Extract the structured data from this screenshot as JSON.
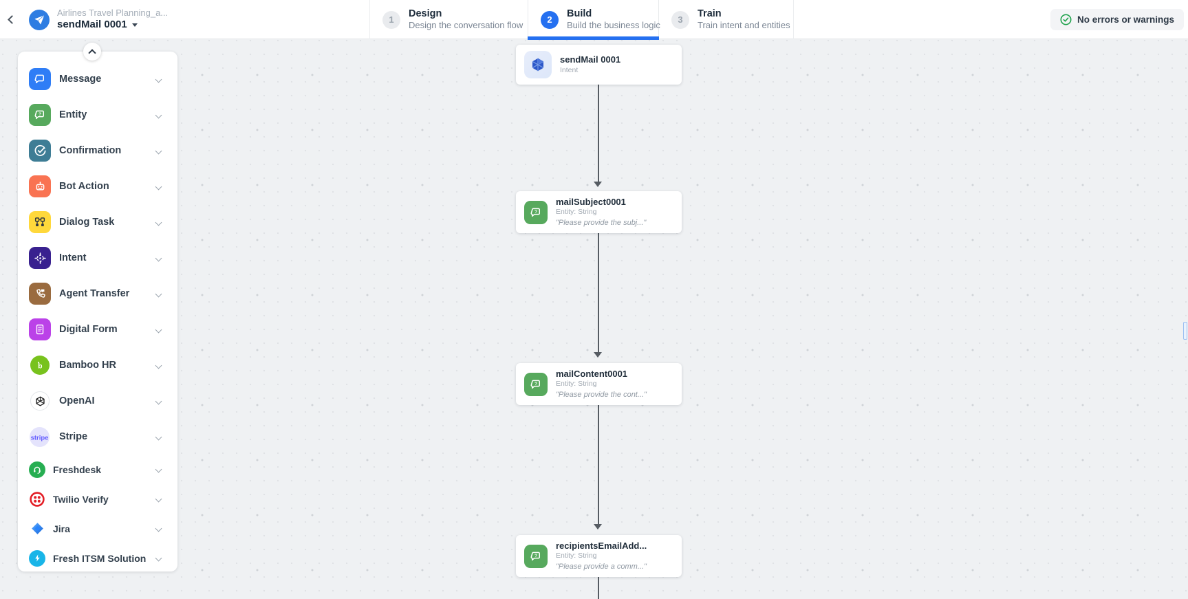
{
  "header": {
    "breadcrumb": "Airlines Travel Planning_a...",
    "bot_name": "sendMail 0001",
    "steps": [
      {
        "number": "1",
        "title": "Design",
        "subtitle": "Design the conversation flow",
        "state": "inactive"
      },
      {
        "number": "2",
        "title": "Build",
        "subtitle": "Build the business logic",
        "state": "active"
      },
      {
        "number": "3",
        "title": "Train",
        "subtitle": "Train intent and entities",
        "state": "inactive"
      }
    ],
    "status": {
      "label": "No errors or warnings",
      "color": "#1fa24c"
    },
    "accent_color": "#2570f0",
    "app_icon_color": "#2e7de2"
  },
  "sidebar": {
    "items": [
      {
        "label": "Message",
        "color": "#2f7df6"
      },
      {
        "label": "Entity",
        "color": "#57a95d",
        "glyph": "?"
      },
      {
        "label": "Confirmation",
        "color": "#3e7d95"
      },
      {
        "label": "Bot Action",
        "color": "#f97352"
      },
      {
        "label": "Dialog Task",
        "color": "#ffd83b"
      },
      {
        "label": "Intent",
        "color": "#39218f"
      },
      {
        "label": "Agent Transfer",
        "color": "#9a6b3f"
      },
      {
        "label": "Digital Form",
        "color": "#bb42e8"
      },
      {
        "label": "Bamboo HR",
        "color": "#78c21d",
        "glyph": "b"
      },
      {
        "label": "OpenAI",
        "color": "#ffffff"
      },
      {
        "label": "Stripe",
        "color": "#e4e3fc",
        "glyph": "stripe",
        "glyph_color": "#635bff"
      },
      {
        "label": "Freshdesk",
        "color": "#27ae52"
      },
      {
        "label": "Twilio Verify",
        "color": "#ffffff",
        "ring_color": "#e31e26"
      },
      {
        "label": "Jira",
        "color": "#2684ff"
      },
      {
        "label": "Fresh ITSM Solution",
        "color": "#19b5e8"
      }
    ]
  },
  "flow": {
    "nodes": [
      {
        "title": "sendMail 0001",
        "subtitle": "Intent",
        "quote": ""
      },
      {
        "title": "mailSubject0001",
        "subtitle": "Entity: String",
        "quote": "\"Please provide the subj...\"",
        "glyph": "?"
      },
      {
        "title": "mailContent0001",
        "subtitle": "Entity: String",
        "quote": "\"Please provide the cont...\"",
        "glyph": "?"
      },
      {
        "title": "recipientsEmailAdd...",
        "subtitle": "Entity: String",
        "quote": "\"Please provide a comm...\"",
        "glyph": "?"
      }
    ]
  }
}
